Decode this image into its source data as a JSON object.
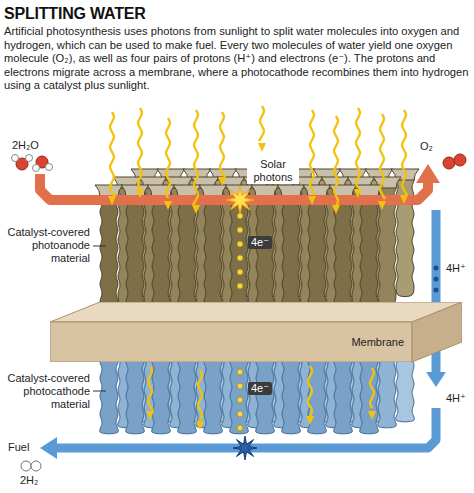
{
  "diagram": {
    "title": "SPLITTING WATER",
    "caption": "Artificial photosynthesis uses photons from sunlight to split water molecules into oxygen and hydrogen, which can be used to make fuel. Every two molecules of water yield one oxygen molecule (O₂), as well as four pairs of protons (H⁺) and electrons (e⁻). The protons and electrons migrate across a membrane, where a photocathode recombines them into hydrogen using a catalyst plus sunlight.",
    "nodes": [
      {
        "text": [
          "Membrane"
        ]
      }
    ],
    "labels": [
      "2H₂O",
      "Solar photons",
      "O₂",
      "Catalyst-covered photoanode material",
      "4e⁻",
      "4H⁺",
      "Catalyst-covered photocathode material",
      "4e⁻",
      "4H⁺",
      "Fuel",
      "2H₂"
    ]
  }
}
